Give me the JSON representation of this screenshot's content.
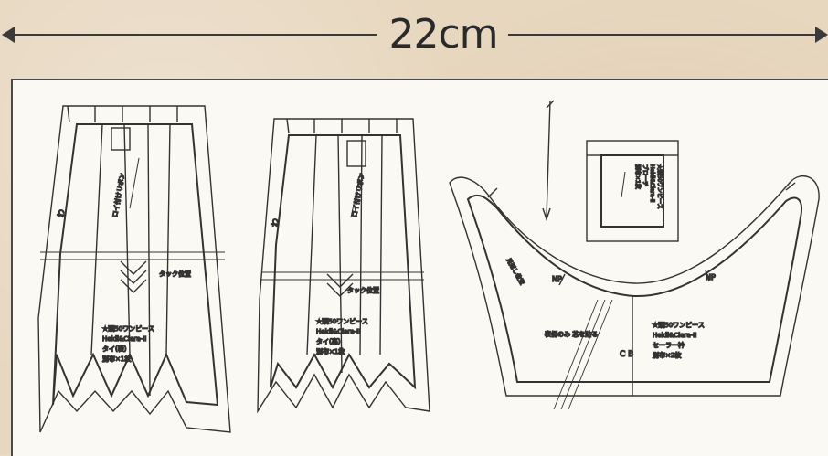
{
  "dimension": {
    "label": "22cm"
  },
  "pieces": [
    {
      "id": "tie-1",
      "fold_mark": "わ",
      "grain_label": "ロイ付けリボン",
      "position_label": "タック位置",
      "info": [
        "★頭50ワンピース",
        "Heidi&Clara-II",
        "タイ(表)",
        "別布×1枚"
      ]
    },
    {
      "id": "tie-2",
      "fold_mark": "わ",
      "grain_label": "ロイ付けリボン",
      "position_label": "タック位置",
      "info": [
        "★頭50ワンピース",
        "Heidi&Clara-II",
        "タイ(裏)",
        "別布×1枚"
      ]
    },
    {
      "id": "collar",
      "labels": {
        "np_left": "NP",
        "np_right": "NP",
        "cb": "C B",
        "dart_note": "表側のみ\n芯を貼る",
        "side_note": "見返し位置"
      },
      "info": [
        "★頭50ワンピース",
        "Heidi&Clara-II",
        "セーラー衿",
        "別布×2枚"
      ]
    },
    {
      "id": "small-label",
      "info": [
        "★頭50ワンピース",
        "Heidi&Clara-II",
        "ブローチ",
        "別布×1枚"
      ]
    }
  ]
}
